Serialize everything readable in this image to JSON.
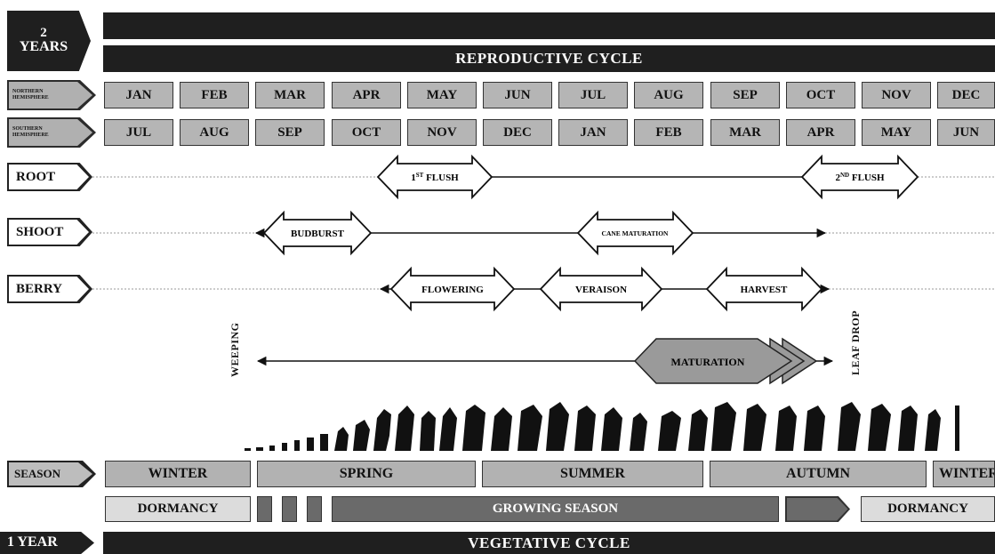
{
  "header": {
    "two_years_num": "2",
    "two_years_word": "YEARS",
    "reproductive_cycle": "REPRODUCTIVE CYCLE"
  },
  "hemispheres": {
    "northern_line1": "NORTHERN",
    "northern_line2": "HEMISPHERE",
    "southern_line1": "SOUTHERN",
    "southern_line2": "HEMISPHERE",
    "northern_months": [
      "JAN",
      "FEB",
      "MAR",
      "APR",
      "MAY",
      "JUN",
      "JUL",
      "AUG",
      "SEP",
      "OCT",
      "NOV",
      "DEC"
    ],
    "southern_months": [
      "JUL",
      "AUG",
      "SEP",
      "OCT",
      "NOV",
      "DEC",
      "JAN",
      "FEB",
      "MAR",
      "APR",
      "MAY",
      "JUN"
    ]
  },
  "rows": {
    "root": "ROOT",
    "shoot": "SHOOT",
    "berry": "BERRY"
  },
  "root_events": {
    "first_flush_num": "1",
    "first_flush_sup": "ST",
    "first_flush_word": " FLUSH",
    "second_flush_num": "2",
    "second_flush_sup": "ND",
    "second_flush_word": " FLUSH"
  },
  "shoot_events": {
    "budburst": "BUDBURST",
    "cane_maturation": "CANE MATURATION"
  },
  "berry_events": {
    "flowering": "FLOWERING",
    "veraison": "VERAISON",
    "harvest": "HARVEST"
  },
  "timeline": {
    "weeping": "WEEPING",
    "maturation": "MATURATION",
    "leaf_drop": "LEAF DROP"
  },
  "season": {
    "label": "SEASON",
    "items": [
      "WINTER",
      "SPRING",
      "SUMMER",
      "AUTUMN",
      "WINTER"
    ]
  },
  "growth": {
    "dormancy_start": "DORMANCY",
    "growing_season": "GROWING SEASON",
    "dormancy_end": "DORMANCY"
  },
  "footer": {
    "one_year": "1 YEAR",
    "vegetative_cycle": "VEGETATIVE CYCLE"
  },
  "colors": {
    "dark": "#1f1f1f",
    "box_gray": "#b5b5b5",
    "growing_gray": "#6a6a6a",
    "dormancy_light": "#dcdcdc"
  }
}
